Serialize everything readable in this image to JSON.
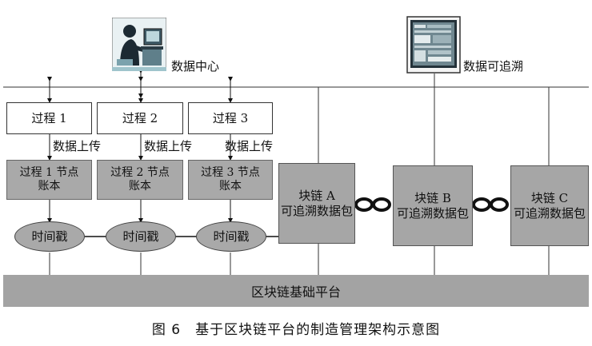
{
  "nodes": {
    "data_center": {
      "label": "数据中心",
      "icon": "person-at-computer-icon"
    },
    "traceability": {
      "label": "数据可追溯",
      "icon": "monitor-screen-icon"
    }
  },
  "processes": [
    {
      "label": "过程 1"
    },
    {
      "label": "过程 2"
    },
    {
      "label": "过程 3"
    }
  ],
  "upload_label": "数据上传",
  "ledgers": [
    {
      "line1": "过程 1 节点",
      "line2": "账本"
    },
    {
      "line1": "过程 2 节点",
      "line2": "账本"
    },
    {
      "line1": "过程 3 节点",
      "line2": "账本"
    }
  ],
  "timestamp_label": "时间戳",
  "blocks": [
    {
      "line1": "块链 A",
      "line2": "可追溯数据包"
    },
    {
      "line1": "块链 B",
      "line2": "可追溯数据包"
    },
    {
      "line1": "块链 C",
      "line2": "可追溯数据包"
    }
  ],
  "platform": "区块链基础平台",
  "caption": "图 6　基于区块链平台的制造管理架构示意图",
  "colors": {
    "box_gray": "#a9a9a9",
    "line": "#333333",
    "platform": "#a3a3a3"
  }
}
